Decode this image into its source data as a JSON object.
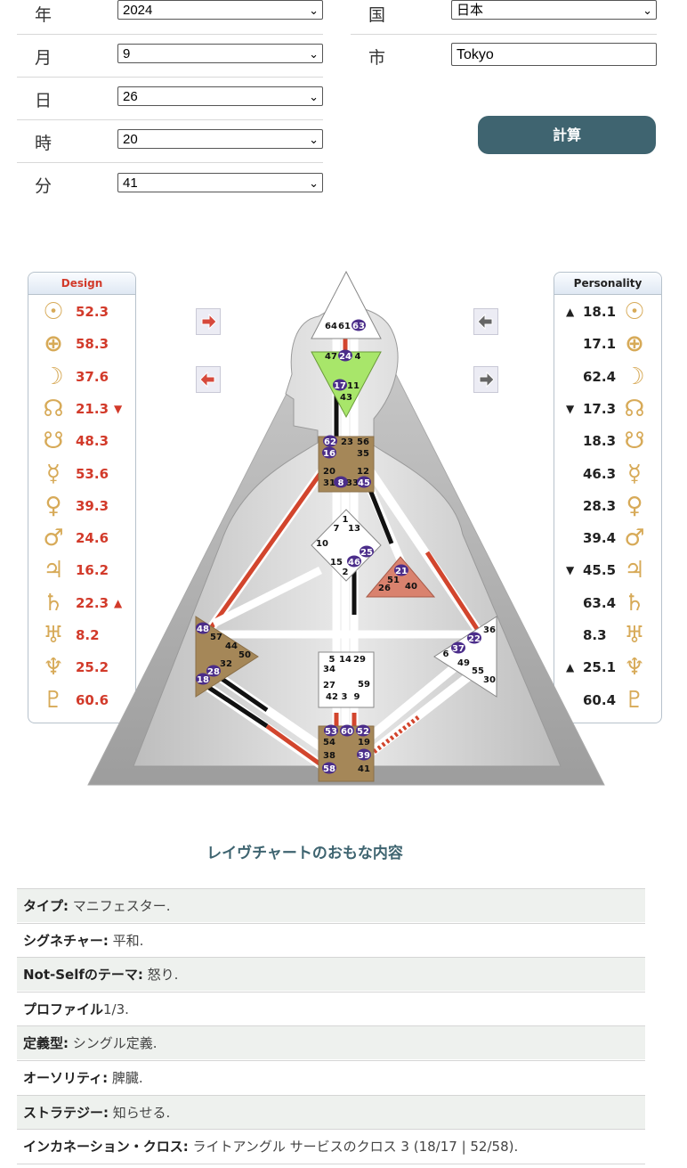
{
  "form": {
    "year": {
      "label": "年",
      "value": "2024"
    },
    "month": {
      "label": "月",
      "value": "9"
    },
    "day": {
      "label": "日",
      "value": "26"
    },
    "hour": {
      "label": "時",
      "value": "20"
    },
    "minute": {
      "label": "分",
      "value": "41"
    },
    "country": {
      "label": "国",
      "value": "日本"
    },
    "city": {
      "label": "市",
      "value": "Tokyo"
    },
    "calculate_label": "計算"
  },
  "design": {
    "title": "Design",
    "color": "#d23a2a",
    "rows": [
      {
        "planet": "sun",
        "glyph": "☉",
        "value": "52.3",
        "arrow": ""
      },
      {
        "planet": "earth",
        "glyph": "⊕",
        "value": "58.3",
        "arrow": ""
      },
      {
        "planet": "moon",
        "glyph": "☽",
        "value": "37.6",
        "arrow": ""
      },
      {
        "planet": "north-node",
        "glyph": "☊",
        "value": "21.3",
        "arrow": "▼"
      },
      {
        "planet": "south-node",
        "glyph": "☋",
        "value": "48.3",
        "arrow": ""
      },
      {
        "planet": "mercury",
        "glyph": "☿",
        "value": "53.6",
        "arrow": ""
      },
      {
        "planet": "venus",
        "glyph": "♀",
        "value": "39.3",
        "arrow": ""
      },
      {
        "planet": "mars",
        "glyph": "♂",
        "value": "24.6",
        "arrow": ""
      },
      {
        "planet": "jupiter",
        "glyph": "♃",
        "value": "16.2",
        "arrow": ""
      },
      {
        "planet": "saturn",
        "glyph": "♄",
        "value": "22.3",
        "arrow": "▲"
      },
      {
        "planet": "uranus",
        "glyph": "♅",
        "value": "8.2",
        "arrow": ""
      },
      {
        "planet": "neptune",
        "glyph": "♆",
        "value": "25.2",
        "arrow": ""
      },
      {
        "planet": "pluto",
        "glyph": "♇",
        "value": "60.6",
        "arrow": ""
      }
    ]
  },
  "personality": {
    "title": "Personality",
    "color": "#222222",
    "rows": [
      {
        "planet": "sun",
        "glyph": "☉",
        "value": "18.1",
        "arrow": "▲"
      },
      {
        "planet": "earth",
        "glyph": "⊕",
        "value": "17.1",
        "arrow": ""
      },
      {
        "planet": "moon",
        "glyph": "☽",
        "value": "62.4",
        "arrow": ""
      },
      {
        "planet": "north-node",
        "glyph": "☊",
        "value": "17.3",
        "arrow": "▼"
      },
      {
        "planet": "south-node",
        "glyph": "☋",
        "value": "18.3",
        "arrow": ""
      },
      {
        "planet": "mercury",
        "glyph": "☿",
        "value": "46.3",
        "arrow": ""
      },
      {
        "planet": "venus",
        "glyph": "♀",
        "value": "28.3",
        "arrow": ""
      },
      {
        "planet": "mars",
        "glyph": "♂",
        "value": "39.4",
        "arrow": ""
      },
      {
        "planet": "jupiter",
        "glyph": "♃",
        "value": "45.5",
        "arrow": "▼"
      },
      {
        "planet": "saturn",
        "glyph": "♄",
        "value": "63.4",
        "arrow": ""
      },
      {
        "planet": "uranus",
        "glyph": "♅",
        "value": "8.3",
        "arrow": ""
      },
      {
        "planet": "neptune",
        "glyph": "♆",
        "value": "25.1",
        "arrow": "▲"
      },
      {
        "planet": "pluto",
        "glyph": "♇",
        "value": "60.4",
        "arrow": ""
      }
    ]
  },
  "nav_arrows": [
    {
      "name": "design-forward-arrow",
      "icon": "arrow-right-icon"
    },
    {
      "name": "design-back-arrow",
      "icon": "arrow-left-icon"
    },
    {
      "name": "personality-back-arrow",
      "icon": "arrow-left-icon"
    },
    {
      "name": "personality-forward-arrow",
      "icon": "arrow-right-icon"
    }
  ],
  "bodygraph": {
    "colors": {
      "defined_center": "#a58758",
      "throat": "#a58758",
      "ajna": "#a8e66a",
      "heart": "#d9826e",
      "channel_red": "#d2452d",
      "channel_black": "#111111",
      "gate_badge": "#4b2d8a"
    },
    "head_gates": [
      "64",
      "61",
      "63"
    ],
    "ajna_gates": [
      "47",
      "24",
      "4",
      "17",
      "11",
      "43"
    ],
    "throat_gates": [
      "62",
      "23",
      "56",
      "16",
      "35",
      "20",
      "12",
      "31",
      "8",
      "33",
      "45"
    ],
    "g_gates": [
      "1",
      "7",
      "13",
      "10",
      "15",
      "46",
      "25",
      "2"
    ],
    "heart_gates": [
      "21",
      "51",
      "26",
      "40"
    ],
    "spleen_gates": [
      "48",
      "57",
      "44",
      "50",
      "32",
      "28",
      "18"
    ],
    "sacral_gates": [
      "5",
      "14",
      "29",
      "34",
      "27",
      "59",
      "42",
      "3",
      "9"
    ],
    "solar_gates": [
      "36",
      "22",
      "37",
      "6",
      "49",
      "55",
      "30"
    ],
    "root_gates": [
      "53",
      "60",
      "52",
      "54",
      "19",
      "38",
      "39",
      "58",
      "41"
    ],
    "active_gates": [
      "63",
      "24",
      "17",
      "62",
      "16",
      "8",
      "45",
      "46",
      "25",
      "21",
      "48",
      "28",
      "18",
      "22",
      "37",
      "53",
      "60",
      "52",
      "39",
      "58"
    ]
  },
  "summary": {
    "title": "レイヴチャートのおもな内容",
    "rows": [
      {
        "label": "タイプ:",
        "value": " マニフェスター."
      },
      {
        "label": "シグネチャー:",
        "value": " 平和."
      },
      {
        "label": "Not-Selfのテーマ:",
        "value": " 怒り."
      },
      {
        "label": "プロファイル",
        "value": "1/3."
      },
      {
        "label": "定義型:",
        "value": " シングル定義."
      },
      {
        "label": "オーソリティ:",
        "value": " 脾臓."
      },
      {
        "label": "ストラテジー:",
        "value": " 知らせる."
      },
      {
        "label": "インカネーション・クロス:",
        "value": " ライトアングル サービスのクロス 3 (18/17 | 52/58)."
      }
    ]
  }
}
